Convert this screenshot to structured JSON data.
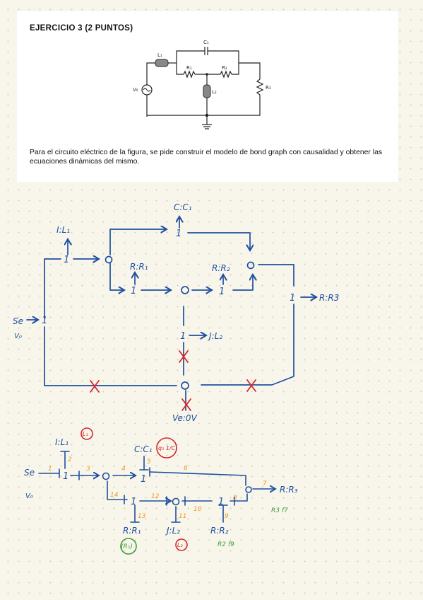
{
  "exercise": {
    "title": "EJERCICIO 3 (2 PUNTOS)",
    "statement": "Para el circuito eléctrico de la figura, se pide construir el modelo de bond graph con causalidad y obtener las ecuaciones dinámicas del mismo."
  },
  "circuit_labels": {
    "l1": "L₁",
    "c1": "C₁",
    "r1": "R₁",
    "r2": "R₂",
    "l2": "L₂",
    "r3": "R₃",
    "v0": "V₀"
  },
  "sketch1": {
    "c_c1": "C:C₁",
    "i_l1": "I:L₁",
    "r_r1": "R:R₁",
    "r_r2": "R:R₂",
    "r_r3": "R:R3",
    "i_l2": "J:L₂",
    "se_line1": "Se",
    "se_line2": "V₀",
    "ve_0v": "Ve:0V",
    "junction_1": "1",
    "junction_0": "0"
  },
  "sketch2": {
    "i_l1": "I:L₁",
    "c_c1": "C:C₁",
    "se_line1": "Se",
    "se_line2": "V₀",
    "r_r3": "R:R₃",
    "r_r1": "R:R₁",
    "i_l2": "J:L₂",
    "r_r2": "R:R₂",
    "state_l1": "L₁",
    "state_c1": "q₁ 1/C₁",
    "state_l2": "L₂",
    "eq_r1": "(R₁)",
    "eq_r3": "R3 f7",
    "eq_r2": "R2 f9",
    "bond_numbers": [
      "1",
      "2",
      "3",
      "4",
      "5",
      "6",
      "7",
      "8",
      "9",
      "10",
      "11",
      "12",
      "13",
      "14"
    ]
  },
  "colors": {
    "ink_blue": "#1f4fa0",
    "ink_red": "#d6262b",
    "ink_orange": "#eb9a2a",
    "ink_green": "#3f9d3a"
  }
}
